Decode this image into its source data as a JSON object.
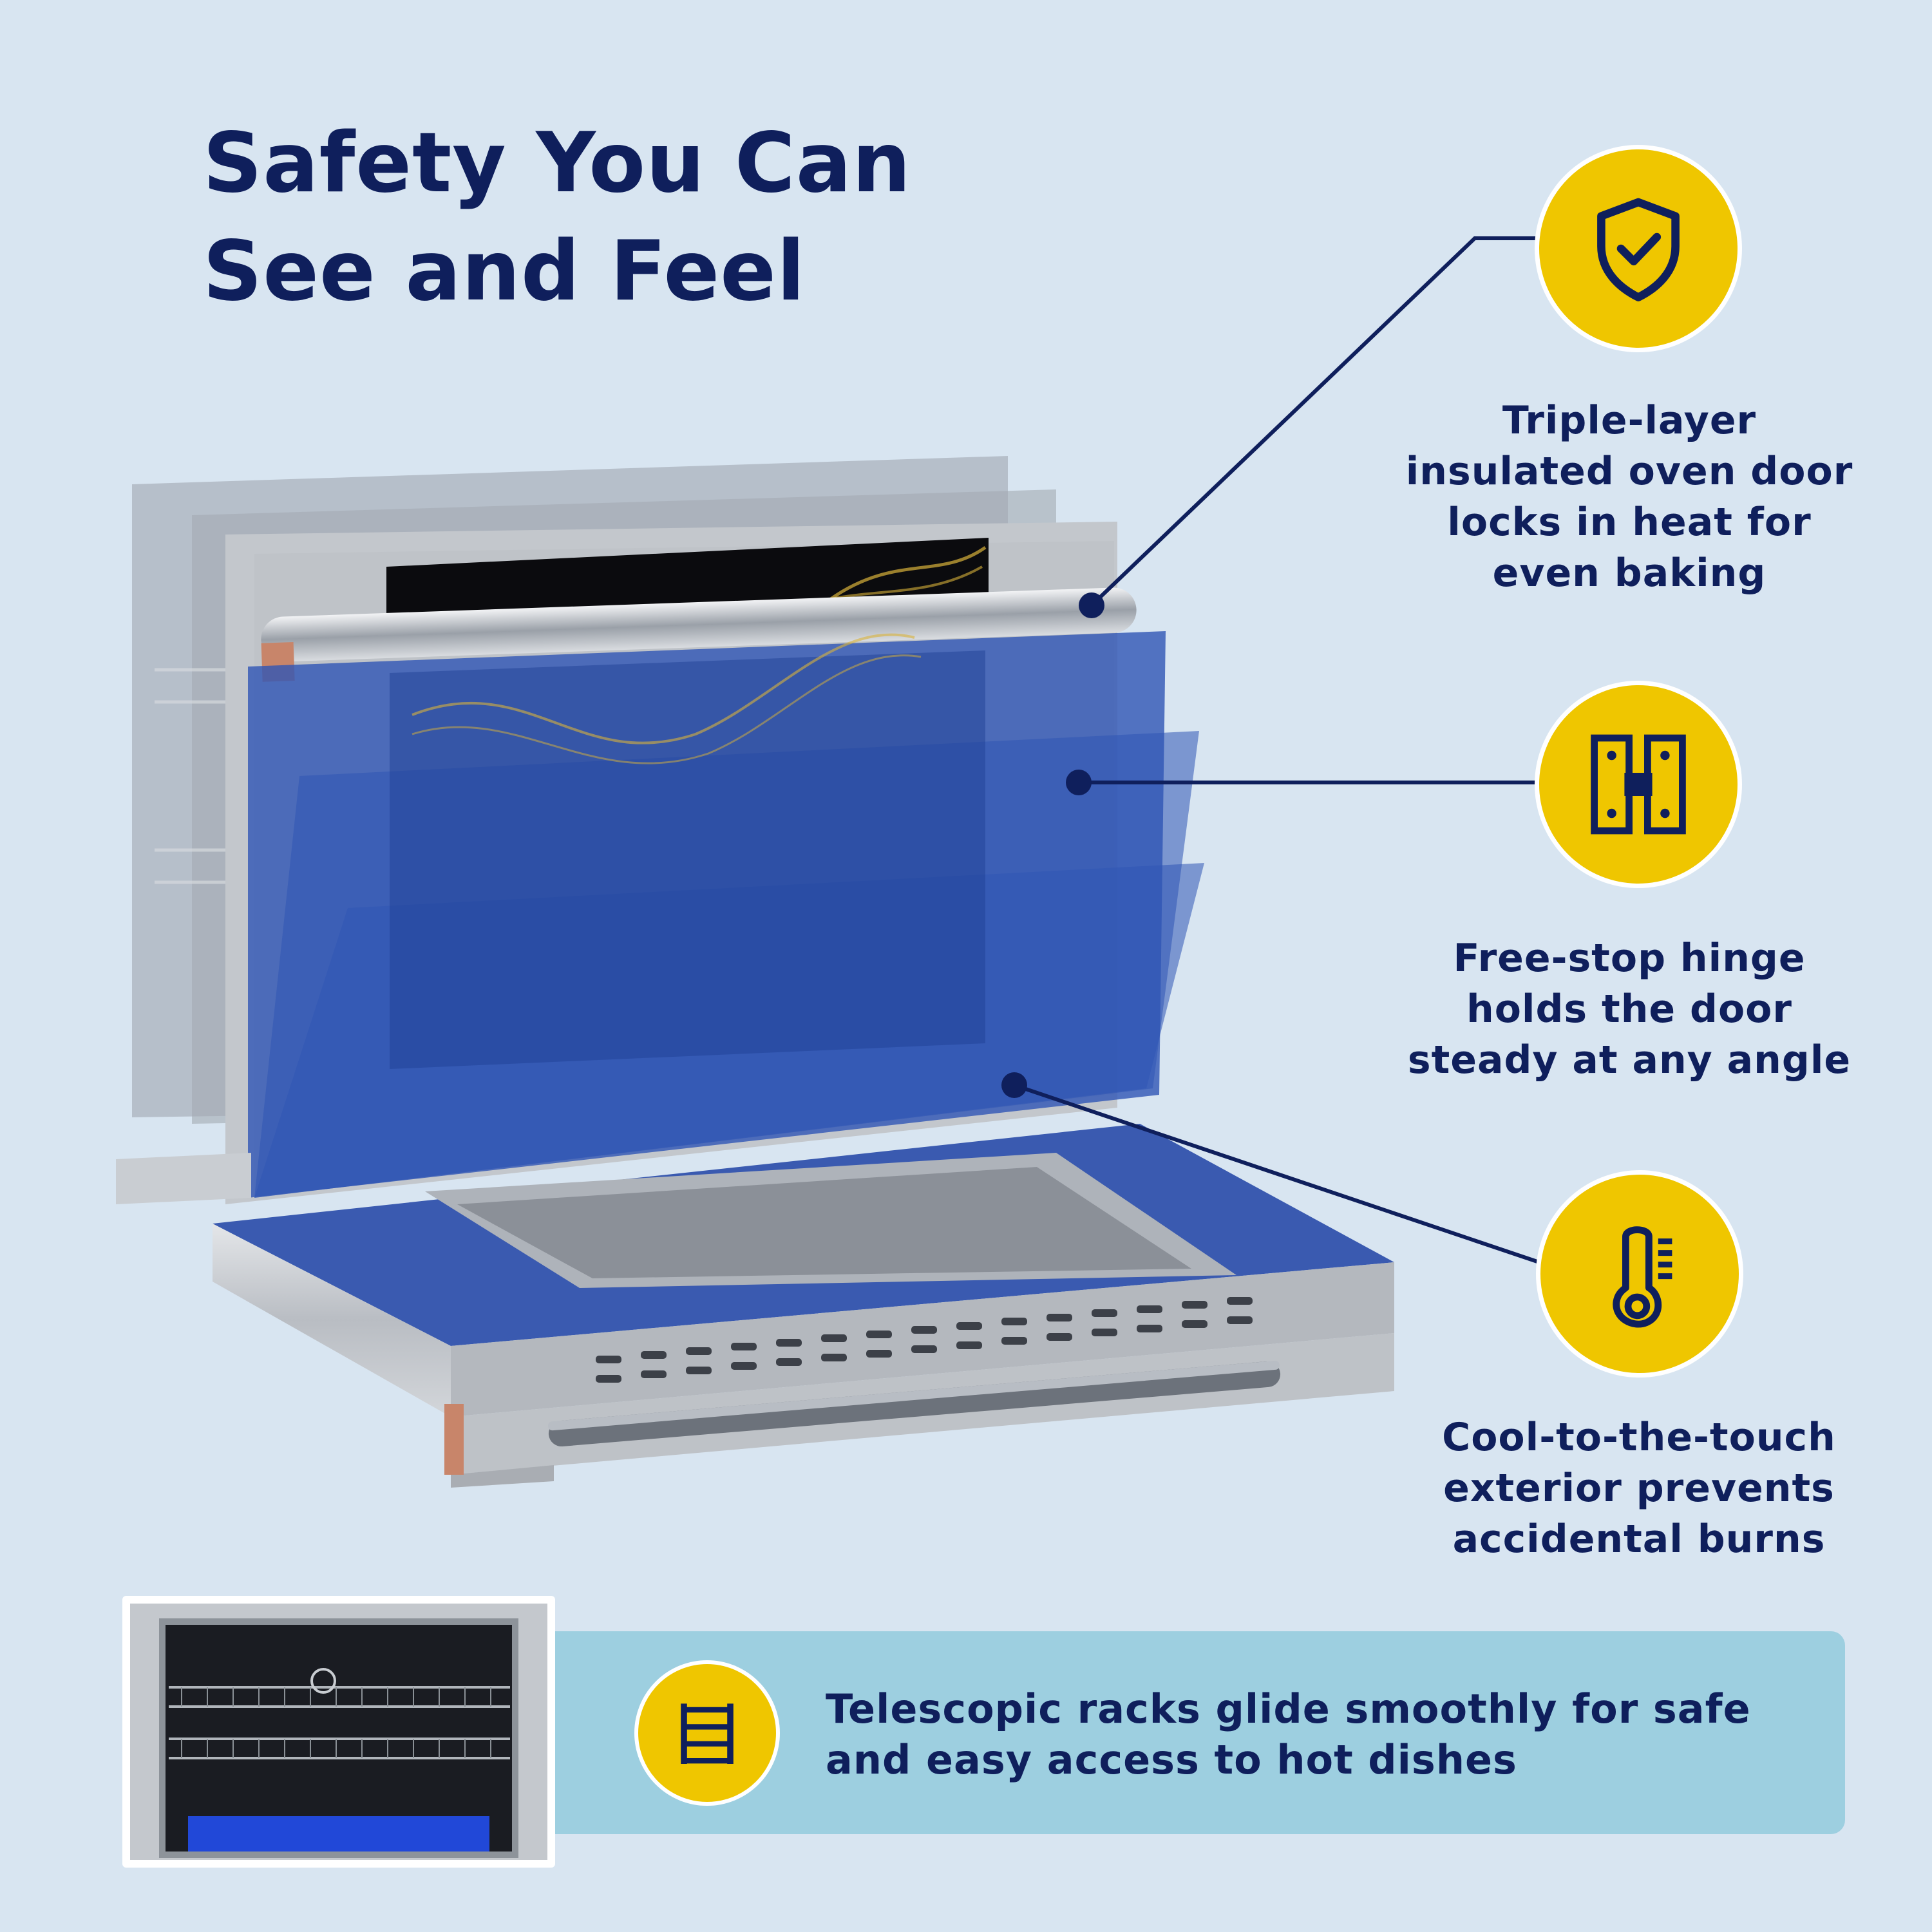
{
  "heading": {
    "line1": "Safety You Can",
    "line2": "See and Feel"
  },
  "features": [
    {
      "icon": "shield-check-icon",
      "lines": [
        "Triple-layer",
        "insulated oven door",
        "locks in heat for",
        "even baking"
      ]
    },
    {
      "icon": "hinge-icon",
      "lines": [
        "Free-stop hinge",
        "holds the door",
        "steady at any angle"
      ]
    },
    {
      "icon": "thermometer-icon",
      "lines": [
        "Cool-to-the-touch",
        "exterior prevents",
        "accidental burns"
      ]
    }
  ],
  "banner": {
    "icon": "rack-icon",
    "lines": [
      "Telescopic racks glide smoothly for safe",
      "and easy access to hot dishes"
    ]
  },
  "colors": {
    "background": "#d8e5f1",
    "navy": "#0f1f5c",
    "accent_yellow": "#efc600",
    "banner": "#9dcfe0",
    "door_glass": "#2f55b5"
  }
}
